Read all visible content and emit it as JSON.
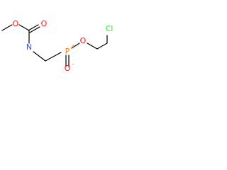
{
  "structure": {
    "atoms": {
      "methoxy_o": {
        "symbol": "O",
        "color": "#ff0d0d"
      },
      "carbonyl_o": {
        "symbol": "O",
        "color": "#ff0d0d"
      },
      "amide_n": {
        "symbol": "N",
        "color": "#3050f8"
      },
      "phosphorus": {
        "symbol": "P",
        "color": "#ff8000",
        "charge": "+"
      },
      "phosphinyl_o": {
        "symbol": "O",
        "color": "#ff0d0d",
        "charge": "-"
      },
      "ester_o": {
        "symbol": "O",
        "color": "#ff0d0d"
      },
      "chlorine": {
        "symbol": "Cl",
        "color": "#1ff01f"
      }
    }
  }
}
